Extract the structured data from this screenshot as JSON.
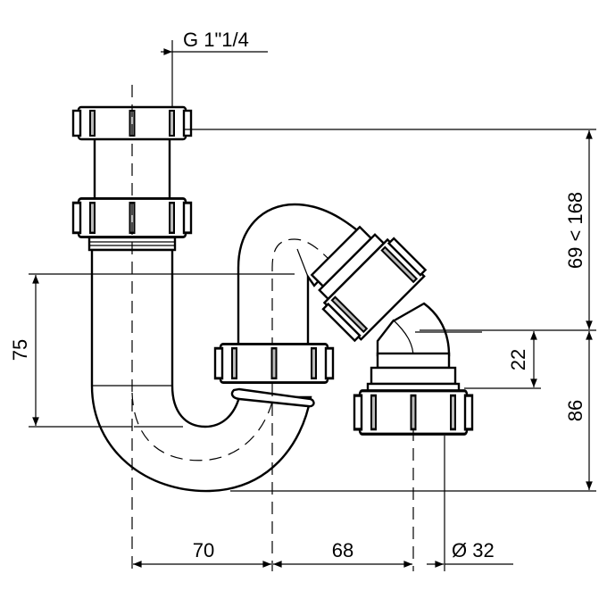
{
  "title": "Siphon technical drawing",
  "dimensions": {
    "thread": "G 1\"1/4",
    "height_range": "69 < 168",
    "inlet_height": "75",
    "offset": "22",
    "outlet_height": "86",
    "width_left": "70",
    "width_right": "68",
    "outlet_diameter": "Ø 32"
  },
  "colors": {
    "line": "#000000",
    "background": "#ffffff"
  }
}
